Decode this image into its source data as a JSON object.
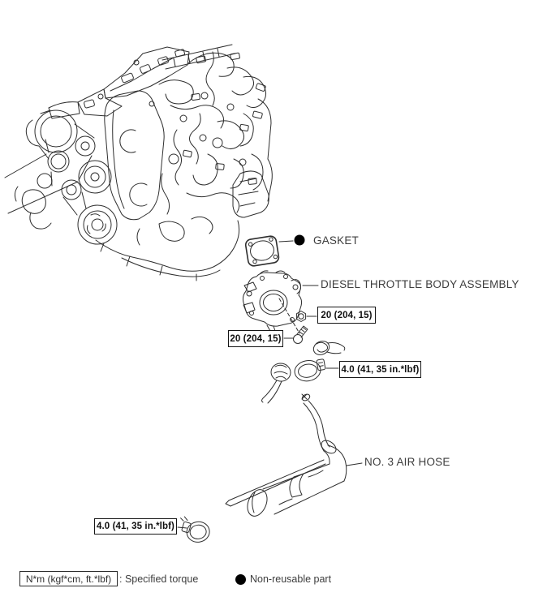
{
  "labels": {
    "gasket": "GASKET",
    "throttle_body": "DIESEL THROTTLE BODY ASSEMBLY",
    "air_hose": "NO. 3 AIR HOSE"
  },
  "torque": {
    "throttle_nut": "20 (204, 15)",
    "throttle_bolt": "20 (204, 15)",
    "hose_clamp_upper": "4.0 (41, 35 in.*lbf)",
    "hose_clamp_lower": "4.0 (41, 35 in.*lbf)"
  },
  "legend": {
    "torque_unit_box": "N*m (kgf*cm, ft.*lbf)",
    "torque_caption": ": Specified torque",
    "non_reusable_caption": "Non-reusable part"
  },
  "icons": {
    "non_reusable_marker": "filled-circle",
    "legend_marker": "filled-circle"
  },
  "colors": {
    "line": "#2e2e2e",
    "label_text": "#3d3d3d",
    "torque_text": "#101010",
    "marker": "#000000",
    "background": "#ffffff"
  }
}
